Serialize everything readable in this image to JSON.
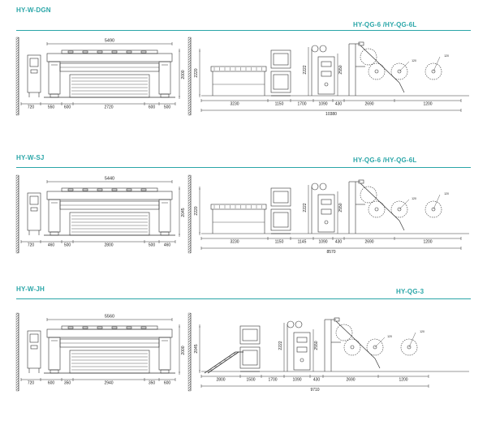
{
  "sections": [
    {
      "left_title": "HY-W-DGN",
      "right_title": "HY-QG-6 /HY-QG-6L",
      "left": {
        "top": "5490",
        "height": "2000",
        "bottom": [
          "720",
          "550",
          "600",
          "2720",
          "600",
          "500"
        ]
      },
      "right": {
        "height_left": "2220",
        "h1": "2222",
        "h2": "2550",
        "dims": [
          "3230",
          "1150",
          "1700",
          "1090",
          "430",
          "2690",
          "1200"
        ],
        "total": "10380",
        "sm": [
          "120",
          "120"
        ]
      }
    },
    {
      "left_title": "HY-W-SJ",
      "right_title": "HY-QG-6 /HY-QG-6L",
      "left": {
        "top": "5440",
        "height": "2045",
        "bottom": [
          "720",
          "460",
          "500",
          "2800",
          "500",
          "460"
        ]
      },
      "right": {
        "height_left": "2220",
        "h1": "2222",
        "h2": "2550",
        "dims": [
          "3230",
          "1150",
          "1145",
          "1090",
          "430",
          "2690",
          "1200"
        ],
        "total": "8570",
        "sm": [
          "120",
          "120"
        ]
      }
    },
    {
      "left_title": "HY-W-JH",
      "right_title": "HY-QG-3",
      "left": {
        "top": "5560",
        "height": "2000",
        "bottom": [
          "720",
          "600",
          "350",
          "2940",
          "350",
          "600"
        ]
      },
      "right": {
        "height_left": "2045",
        "h1": "2222",
        "h2": "2550",
        "dims": [
          "2800",
          "1500",
          "1700",
          "1090",
          "430",
          "2690",
          "1200"
        ],
        "total": "9710",
        "sm": [
          "120",
          "120"
        ]
      }
    }
  ],
  "colors": {
    "accent": "#2aa6a8",
    "line": "#333333"
  }
}
